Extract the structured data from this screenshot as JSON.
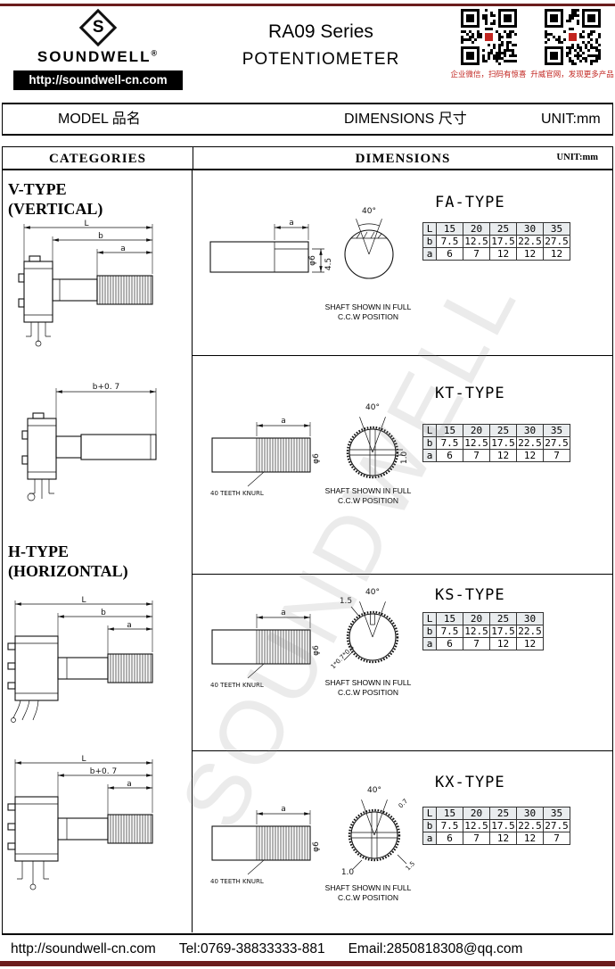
{
  "colors": {
    "accent_red": "#c2241f",
    "rule_maroon": "#6b1d1d"
  },
  "header": {
    "logo_text": "SOUNDWELL",
    "logo_reg": "®",
    "logo_s": "S",
    "url": "http://soundwell-cn.com",
    "title_line1": "RA09 Series",
    "title_line2": "POTENTIOMETER",
    "qr1_caption": "企业微信，扫码有惊喜",
    "qr2_caption": "升威官网，发现更多产品"
  },
  "model_row": {
    "model": "MODEL 品名",
    "dimensions": "DIMENSIONS 尺寸",
    "unit": "UNIT:mm"
  },
  "table_header": {
    "categories": "CATEGORIES",
    "dimensions": "DIMENSIONS",
    "unit": "UNIT:mm"
  },
  "categories": {
    "v_title": "V-TYPE",
    "v_sub": "(VERTICAL)",
    "h_title": "H-TYPE",
    "h_sub": "(HORIZONTAL)"
  },
  "drawings": {
    "v1": {
      "L": "L",
      "b": "b",
      "a": "a"
    },
    "v2": {
      "b": "b+0. 7"
    },
    "h1": {
      "L": "L",
      "b": "b",
      "a": "a"
    },
    "h2": {
      "L": "L",
      "b": "b+0. 7",
      "a": "a"
    }
  },
  "sections": {
    "fa": {
      "title": "FA-TYPE",
      "note1": "SHAFT SHOWN IN FULL",
      "note2": "C.C.W POSITION",
      "labels": {
        "a": "a",
        "phi": "φ6",
        "depth": "4.5",
        "angle": "40°"
      },
      "table": {
        "rows": [
          [
            "L",
            "15",
            "20",
            "25",
            "30",
            "35"
          ],
          [
            "b",
            "7.5",
            "12.5",
            "17.5",
            "22.5",
            "27.5"
          ],
          [
            "a",
            "6",
            "7",
            "12",
            "12",
            "12"
          ]
        ]
      }
    },
    "kt": {
      "title": "KT-TYPE",
      "knurl": "40 TEETH KNURL",
      "note1": "SHAFT SHOWN IN FULL",
      "note2": "C.C.W POSITION",
      "labels": {
        "a": "a",
        "phi": "φ6",
        "angle": "40°",
        "slot": "1.0"
      },
      "table": {
        "rows": [
          [
            "L",
            "15",
            "20",
            "25",
            "30",
            "35"
          ],
          [
            "b",
            "7.5",
            "12.5",
            "17.5",
            "22.5",
            "27.5"
          ],
          [
            "a",
            "6",
            "7",
            "12",
            "12",
            "7"
          ]
        ]
      }
    },
    "ks": {
      "title": "KS-TYPE",
      "knurl": "40 TEETH KNURL",
      "note1": "SHAFT SHOWN IN FULL",
      "note2": "C.C.W POSITION",
      "labels": {
        "a": "a",
        "phi": "φ6",
        "angle": "40°",
        "chamfer": "1.5",
        "tooth": "1*0.7*0.3"
      },
      "table": {
        "rows": [
          [
            "L",
            "15",
            "20",
            "25",
            "30"
          ],
          [
            "b",
            "7.5",
            "12.5",
            "17.5",
            "22.5"
          ],
          [
            "a",
            "6",
            "7",
            "12",
            "12"
          ]
        ]
      }
    },
    "kx": {
      "title": "KX-TYPE",
      "knurl": "40 TEETH KNURL",
      "note1": "SHAFT SHOWN IN FULL",
      "note2": "C.C.W POSITION",
      "labels": {
        "a": "a",
        "phi": "φ6",
        "angle": "40°",
        "w1": "0.7",
        "w2": "1.0",
        "w3": "1.5"
      },
      "table": {
        "rows": [
          [
            "L",
            "15",
            "20",
            "25",
            "30",
            "35"
          ],
          [
            "b",
            "7.5",
            "12.5",
            "17.5",
            "22.5",
            "27.5"
          ],
          [
            "a",
            "6",
            "7",
            "12",
            "12",
            "7"
          ]
        ]
      }
    }
  },
  "footer": {
    "url": "http://soundwell-cn.com",
    "tel": "Tel:0769-38833333-881",
    "email": "Email:2850818308@qq.com"
  },
  "watermark": "SOUNDWELL"
}
